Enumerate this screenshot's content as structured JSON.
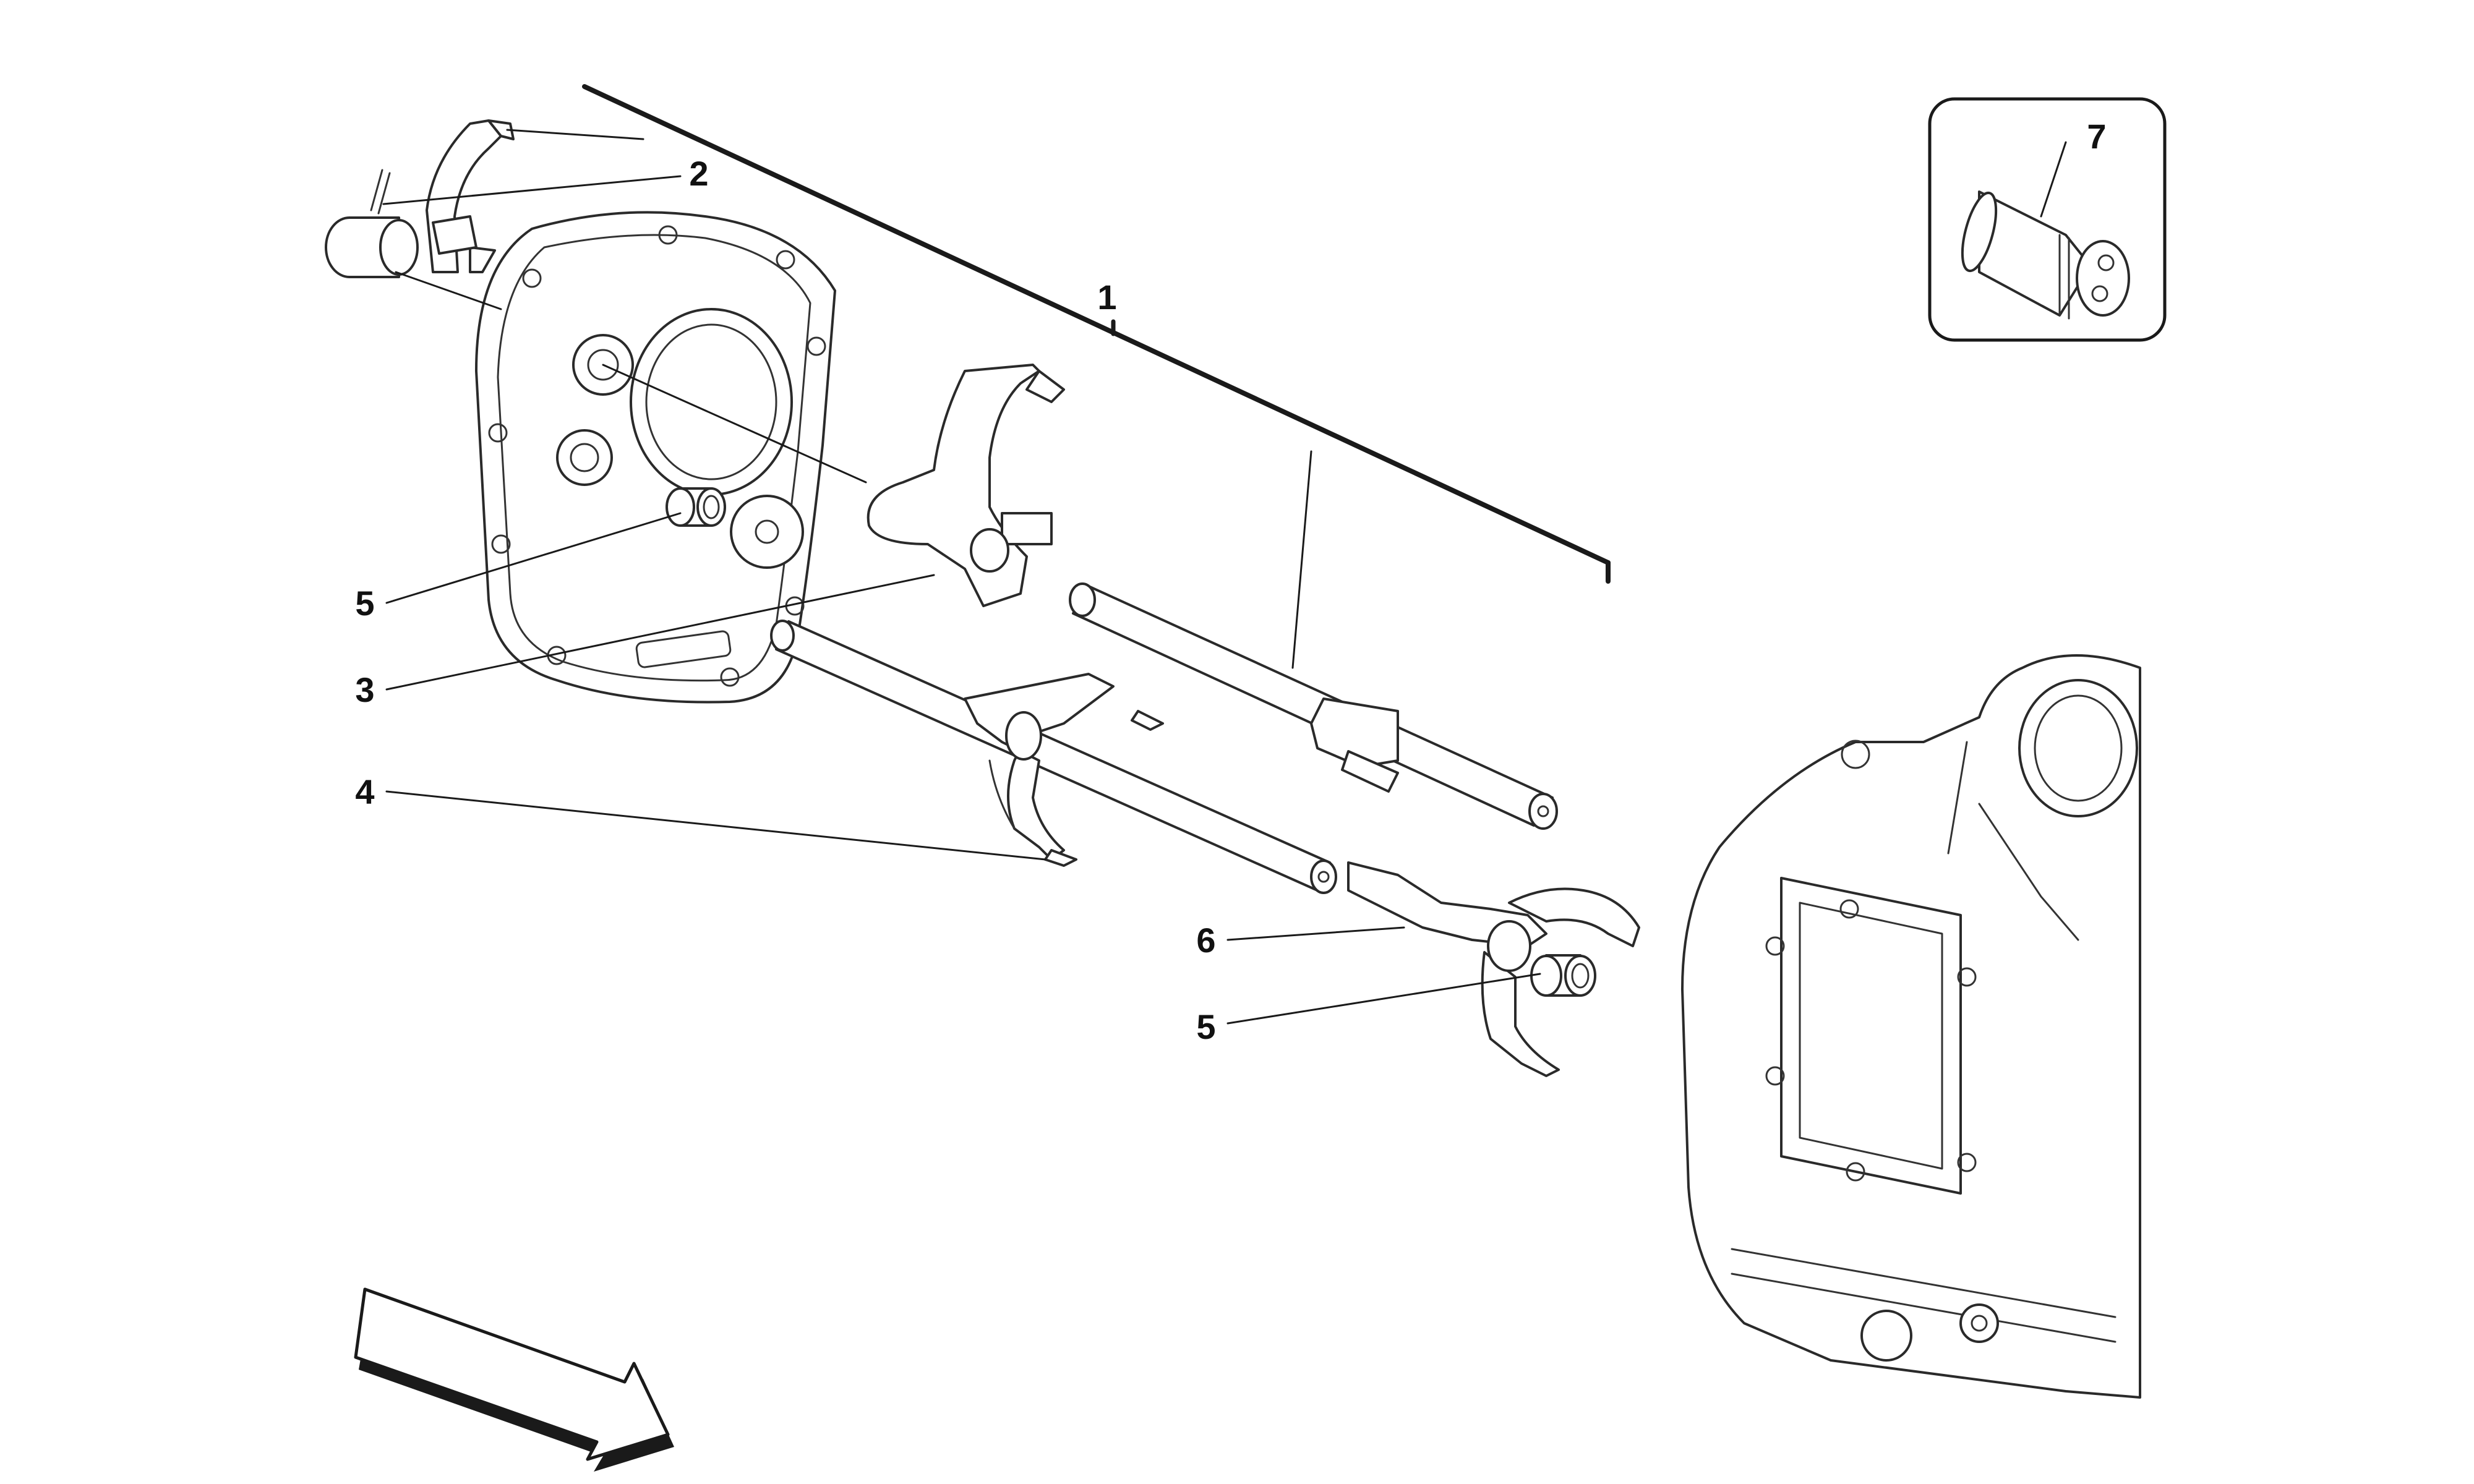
{
  "callouts": [
    {
      "id": "1",
      "label": "1"
    },
    {
      "id": "2",
      "label": "2"
    },
    {
      "id": "3",
      "label": "3"
    },
    {
      "id": "4",
      "label": "4"
    },
    {
      "id": "5a",
      "label": "5"
    },
    {
      "id": "5b",
      "label": "5"
    },
    {
      "id": "6",
      "label": "6"
    },
    {
      "id": "7",
      "label": "7"
    }
  ],
  "parts": [
    {
      "name": "gearbox-end-plate"
    },
    {
      "name": "selector-fork-rear"
    },
    {
      "name": "selector-fork-upper"
    },
    {
      "name": "selector-rod-upper"
    },
    {
      "name": "selector-rod-lower"
    },
    {
      "name": "selector-fork-middle"
    },
    {
      "name": "selector-fork-front"
    },
    {
      "name": "bush"
    },
    {
      "name": "pin-detail"
    },
    {
      "name": "gearbox-housing"
    },
    {
      "name": "direction-arrow"
    }
  ]
}
